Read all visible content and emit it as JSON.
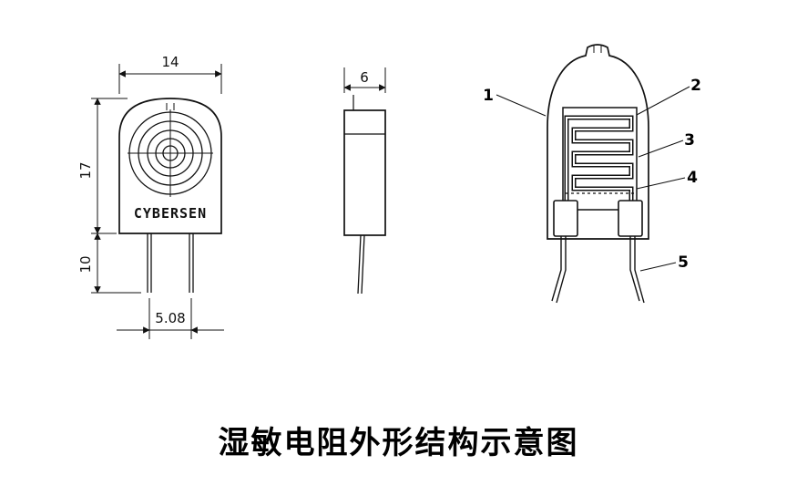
{
  "caption": "湿敏电阻外形结构示意图",
  "front_view": {
    "brand": "CYBERSEN",
    "width_dim": "14",
    "height_dim": "17",
    "lead_length_dim": "10",
    "lead_pitch_dim": "5.08"
  },
  "side_view": {
    "thickness_dim": "6"
  },
  "structure_view": {
    "callouts": [
      "1",
      "2",
      "3",
      "4",
      "5"
    ]
  }
}
